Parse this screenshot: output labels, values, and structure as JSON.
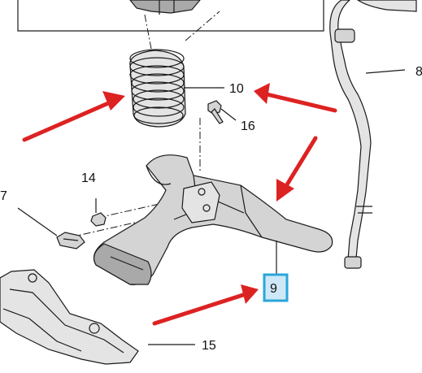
{
  "callouts": {
    "c7": "7",
    "c8": "8",
    "c9": "9",
    "c10": "10",
    "c14": "14",
    "c15": "15",
    "c16": "16"
  },
  "highlight": {
    "box_stroke": "#2aa6d9",
    "box_fill": "#cfe8f7"
  },
  "arrow_color": "#dd2222"
}
